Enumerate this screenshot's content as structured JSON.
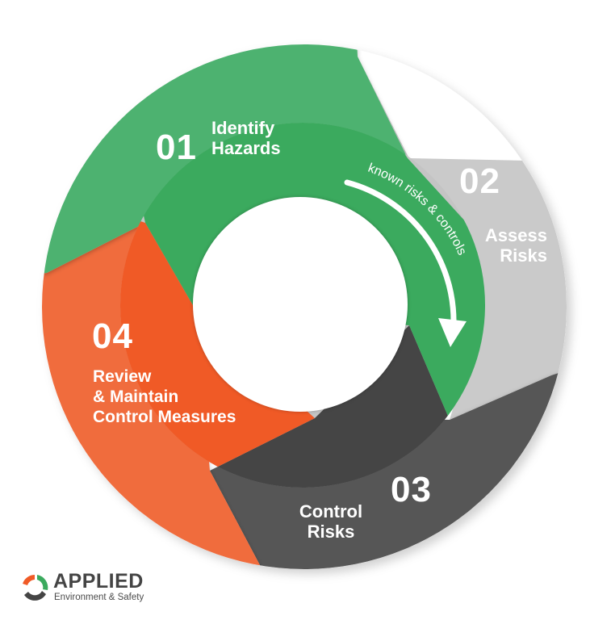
{
  "colors": {
    "green_outer": "#4DB26F",
    "green_inner": "#3BAA5E",
    "gray_outer": "#CACACA",
    "gray_inner": "#C4C4C4",
    "dark_outer": "#575757",
    "dark_inner": "#454545",
    "orange_outer": "#F06C3C",
    "orange_inner": "#F05A26",
    "text": "#FFFFFF",
    "logo_text": "#444444"
  },
  "steps": [
    {
      "number": "01",
      "title_line1": "Identify",
      "title_line2": "Hazards",
      "color": "green"
    },
    {
      "number": "02",
      "title_line1": "Assess",
      "title_line2": "Risks",
      "color": "gray"
    },
    {
      "number": "03",
      "title_line1": "Control",
      "title_line2": "Risks",
      "color": "dark-gray"
    },
    {
      "number": "04",
      "title_line1": "Review",
      "title_line2": "& Maintain",
      "title_line3": "Control Measures",
      "color": "orange"
    }
  ],
  "arrow": {
    "label": "known  risks  &  controls"
  },
  "logo": {
    "name": "APPLIED",
    "tagline": "Environment & Safety"
  }
}
